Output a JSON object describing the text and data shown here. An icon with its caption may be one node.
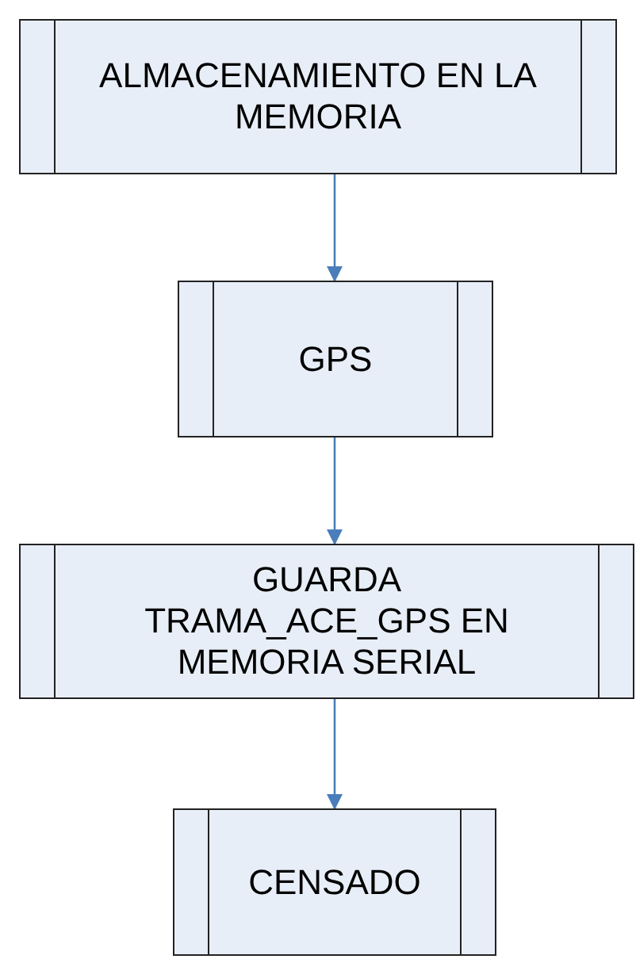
{
  "diagram": {
    "nodes": [
      {
        "text": [
          "ALMACENAMIENTO EN LA MEMORIA"
        ]
      },
      {
        "text": [
          "GPS"
        ]
      },
      {
        "text": [
          "GUARDA TRAMA_ACE_GPS EN MEMORIA SERIAL"
        ]
      },
      {
        "text": [
          "CENSADO"
        ]
      }
    ],
    "edges": [
      {
        "from": 0,
        "to": 1,
        "arrow": "to"
      },
      {
        "from": 1,
        "to": 2,
        "arrow": "to"
      },
      {
        "from": 2,
        "to": 3,
        "arrow": "to"
      }
    ]
  }
}
